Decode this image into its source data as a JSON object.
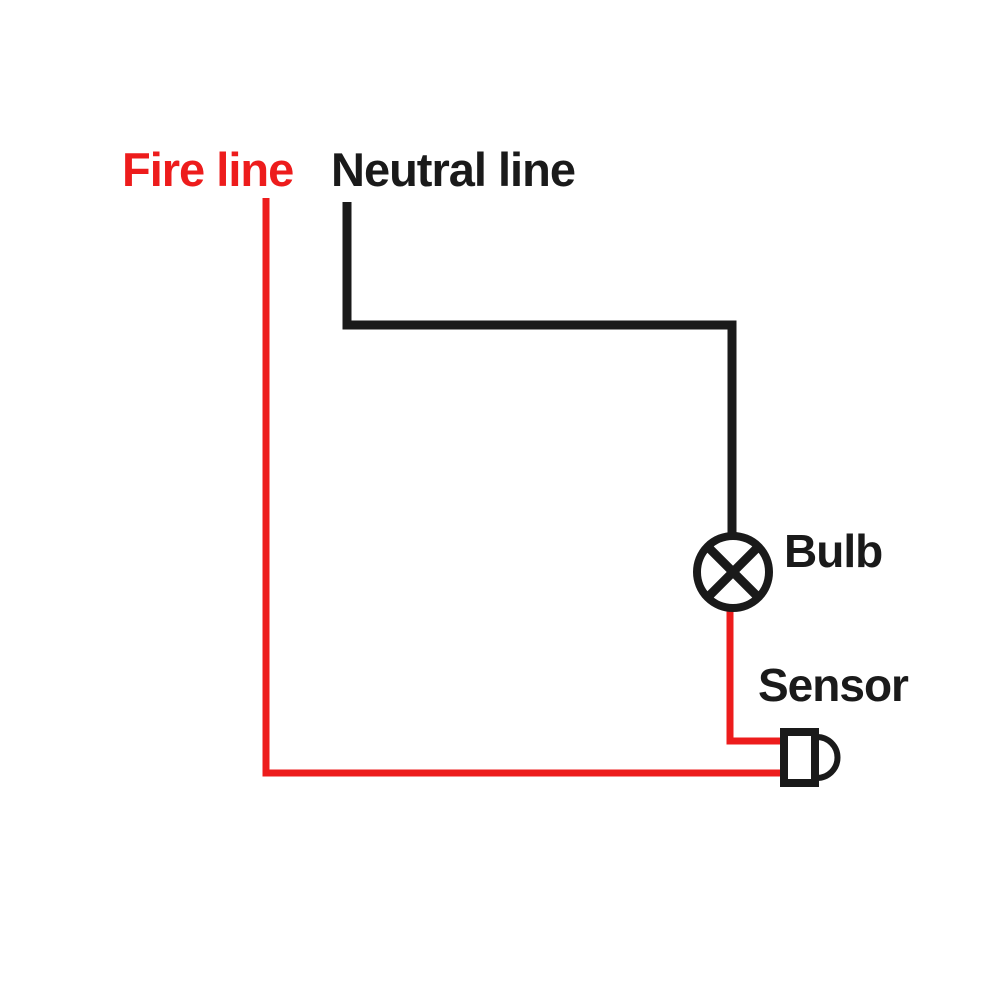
{
  "diagram": {
    "type": "wiring-diagram",
    "labels": {
      "fire_line": "Fire line",
      "neutral_line": "Neutral line",
      "bulb": "Bulb",
      "sensor": "Sensor"
    },
    "components": [
      {
        "name": "bulb",
        "symbol": "circle-with-cross"
      },
      {
        "name": "sensor",
        "symbol": "rectangle-with-lens"
      }
    ],
    "connections": [
      {
        "from": "fire-line",
        "to": "sensor",
        "color_name": "red"
      },
      {
        "from": "neutral-line",
        "to": "bulb",
        "color_name": "black"
      },
      {
        "from": "bulb",
        "to": "sensor",
        "color_name": "red"
      }
    ]
  },
  "colors": {
    "fire_red": "#ed1c1c",
    "ink": "#1a1a1a",
    "background": "#ffffff"
  }
}
